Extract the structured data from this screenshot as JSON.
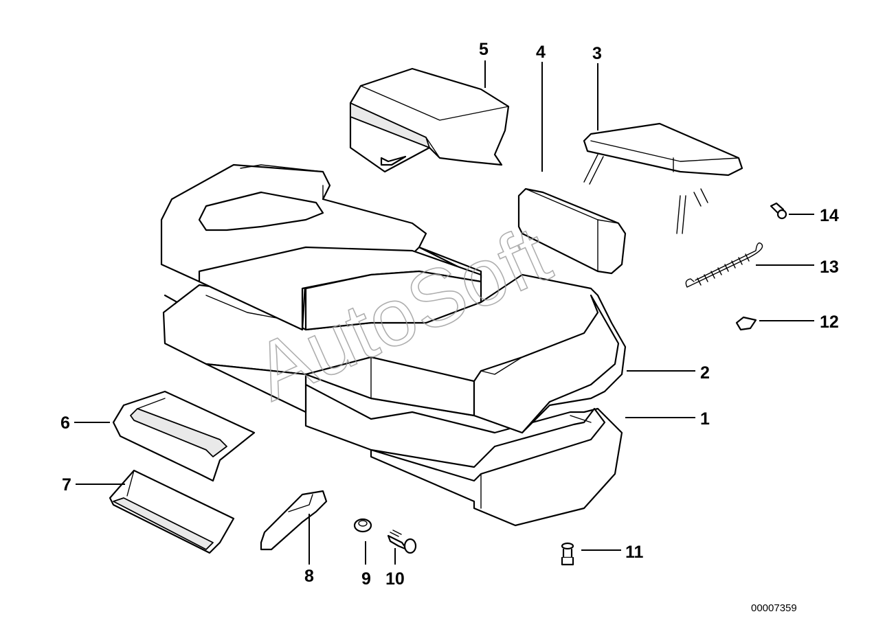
{
  "callouts": [
    "1",
    "2",
    "3",
    "4",
    "5",
    "6",
    "7",
    "8",
    "9",
    "10",
    "11",
    "12",
    "13",
    "14"
  ],
  "reference_number": "00007359",
  "watermark": "AutoSoft"
}
